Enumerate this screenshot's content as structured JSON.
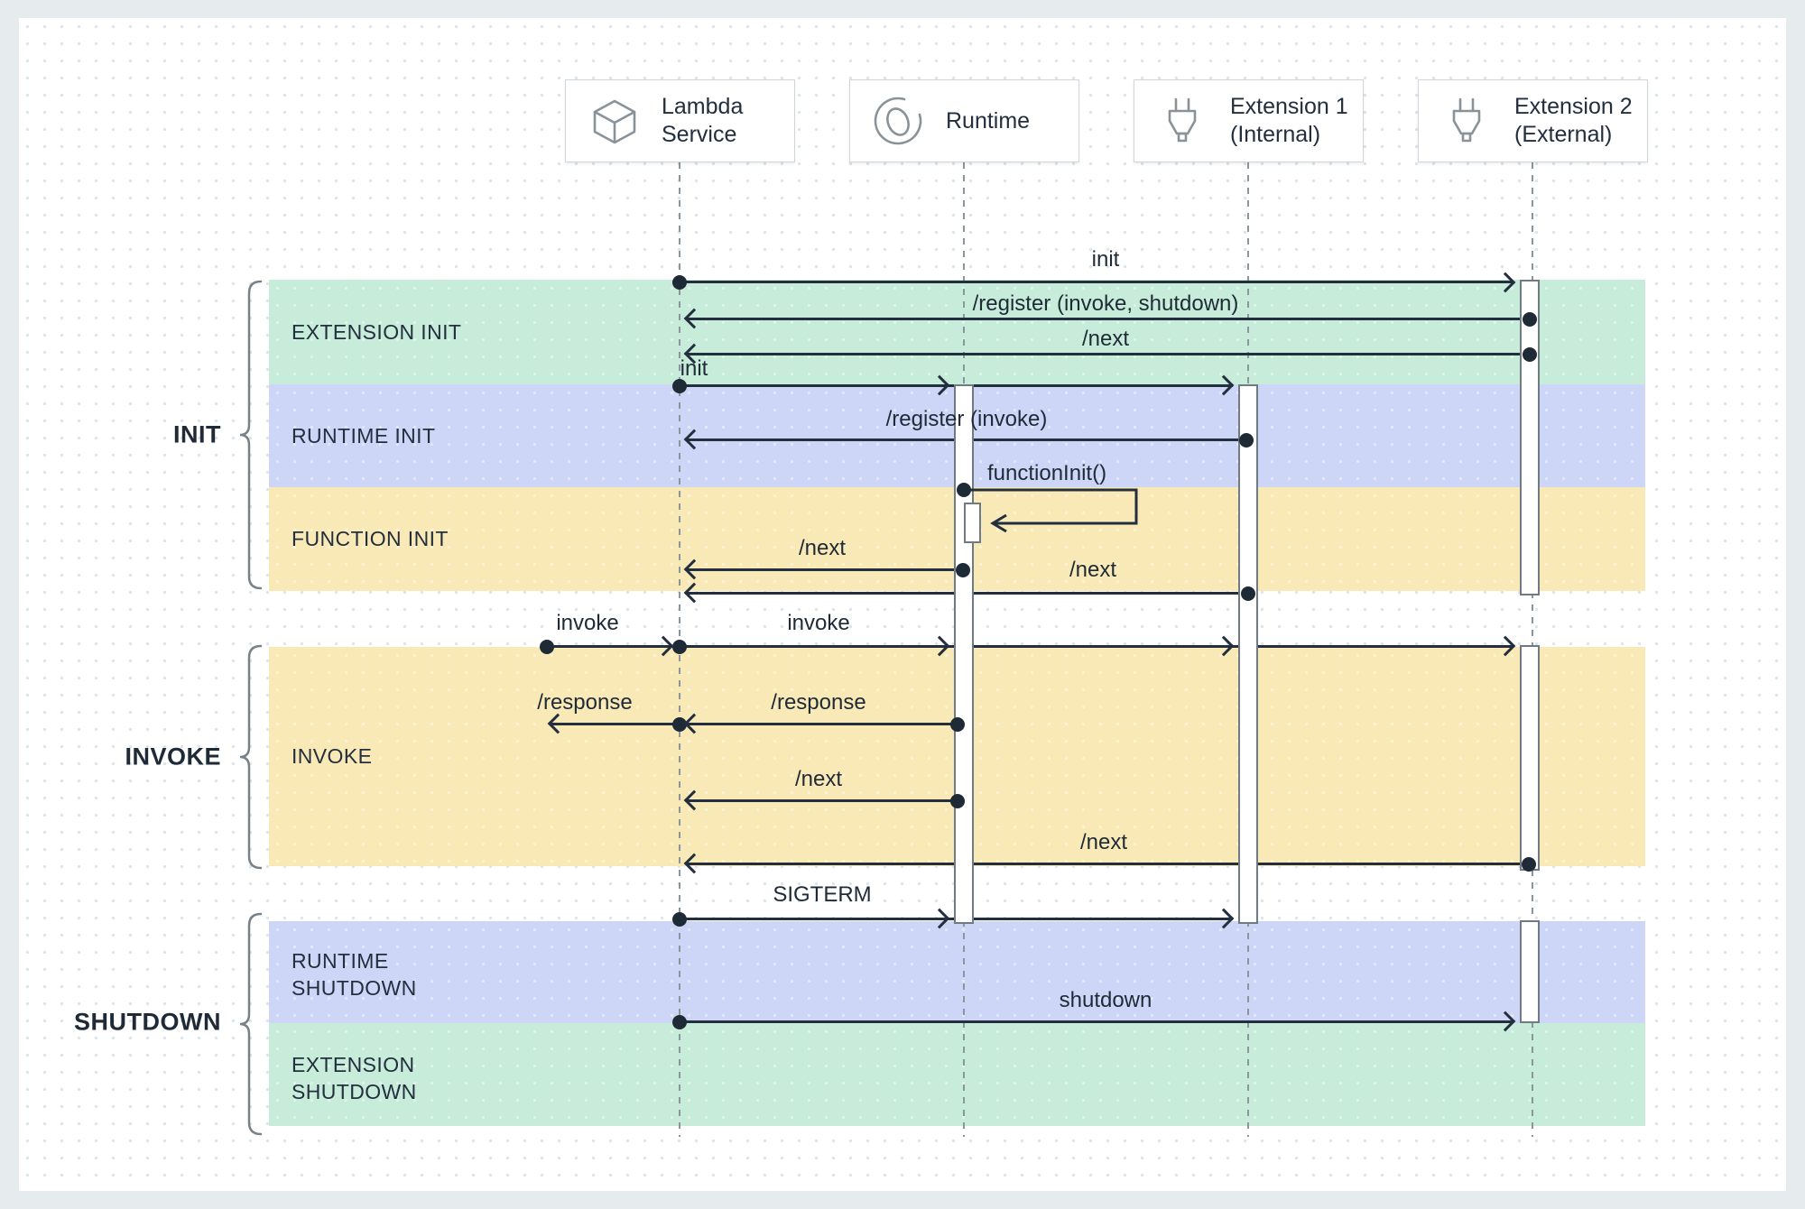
{
  "participants": [
    {
      "name": "Lambda Service",
      "line1": "Lambda",
      "line2": "Service",
      "icon": "lambda-cube-icon"
    },
    {
      "name": "Runtime",
      "line1": "Runtime",
      "line2": "",
      "icon": "runtime-cycle-icon"
    },
    {
      "name": "Extension 1 (Internal)",
      "line1": "Extension 1",
      "line2": "(Internal)",
      "icon": "plug-icon"
    },
    {
      "name": "Extension 2 (External)",
      "line1": "Extension 2",
      "line2": "(External)",
      "icon": "plug-icon"
    }
  ],
  "section_groups": [
    {
      "label": "INIT"
    },
    {
      "label": "INVOKE"
    },
    {
      "label": "SHUTDOWN"
    }
  ],
  "phase_bands": [
    {
      "label": "EXTENSION INIT",
      "color": "#c7ecd9"
    },
    {
      "label": "RUNTIME INIT",
      "color": "#cdd6f6"
    },
    {
      "label": "FUNCTION INIT",
      "color": "#f9e9b6"
    },
    {
      "label": "INVOKE",
      "color": "#f9e9b6"
    },
    {
      "label": "RUNTIME SHUTDOWN",
      "color": "#cdd6f6"
    },
    {
      "label": "EXTENSION SHUTDOWN",
      "color": "#c7ecd9"
    }
  ],
  "messages": [
    {
      "label": "init",
      "from": "Lambda Service",
      "to": "Extension 2 (External)"
    },
    {
      "label": "/register (invoke, shutdown)",
      "from": "Extension 2 (External)",
      "to": "Lambda Service"
    },
    {
      "label": "/next",
      "from": "Extension 2 (External)",
      "to": "Lambda Service"
    },
    {
      "label": "init",
      "from": "Lambda Service",
      "to": "Runtime, Extension 1 (Internal)"
    },
    {
      "label": "/register (invoke)",
      "from": "Extension 1 (Internal)",
      "to": "Lambda Service"
    },
    {
      "label": "functionInit()",
      "from": "Runtime",
      "to": "Runtime"
    },
    {
      "label": "/next",
      "from": "Runtime",
      "to": "Lambda Service"
    },
    {
      "label": "/next",
      "from": "Extension 1 (Internal)",
      "to": "Lambda Service"
    },
    {
      "label": "invoke",
      "from": "caller",
      "to": "Lambda Service"
    },
    {
      "label": "invoke",
      "from": "Lambda Service",
      "to": "Runtime, Extension 1 (Internal), Extension 2 (External)"
    },
    {
      "label": "/response",
      "from": "Lambda Service",
      "to": "caller"
    },
    {
      "label": "/response",
      "from": "Runtime",
      "to": "Lambda Service"
    },
    {
      "label": "/next",
      "from": "Runtime",
      "to": "Lambda Service"
    },
    {
      "label": "/next",
      "from": "Extension 2 (External)",
      "to": "Lambda Service"
    },
    {
      "label": "SIGTERM",
      "from": "Lambda Service",
      "to": "Runtime, Extension 1 (Internal)"
    },
    {
      "label": "shutdown",
      "from": "Lambda Service",
      "to": "Extension 2 (External)"
    }
  ],
  "colors": {
    "background": "#e6ebee",
    "canvas": "#ffffff",
    "band_green": "#c7ecd9",
    "band_blue": "#cdd6f6",
    "band_yellow": "#f9e9b6",
    "ink": "#232f3e",
    "line_gray": "#8b959c"
  }
}
